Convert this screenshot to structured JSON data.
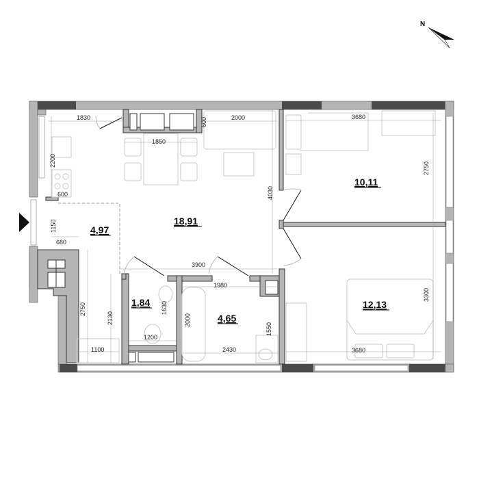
{
  "compass": {
    "label": "N"
  },
  "rooms": [
    {
      "id": "living-kitchen",
      "area": "18,91"
    },
    {
      "id": "bedroom-1",
      "area": "10,11"
    },
    {
      "id": "bedroom-2",
      "area": "12,13"
    },
    {
      "id": "hallway",
      "area": "4,97"
    },
    {
      "id": "wc",
      "area": "1,84"
    },
    {
      "id": "bathroom",
      "area": "4,65"
    }
  ],
  "dimensions": {
    "kitchen_width": "1830",
    "kitchen_depth": "2200",
    "counter": "600",
    "table": "1850",
    "sofa_depth": "600",
    "sofa_width": "2000",
    "living_depth": "4030",
    "living_width": "3900",
    "bedroom1_width": "3680",
    "bedroom1_depth": "2750",
    "bedroom2_width": "3680",
    "bedroom2_depth": "3300",
    "hall_top": "1150",
    "hall_width": "680",
    "hall_depth": "2750",
    "hall_lower": "2130",
    "hall_bottom": "1100",
    "wc_depth": "1630",
    "wc_width": "1200",
    "bath_width_top": "1980",
    "bath_tub": "2000",
    "bath_right": "1550",
    "bath_width_bottom": "2430"
  },
  "colors": {
    "wall_light": "#b5b5b5",
    "wall_dark": "#4a4a4a",
    "wall_outline": "#333333",
    "furniture": "#c8c8c8"
  }
}
